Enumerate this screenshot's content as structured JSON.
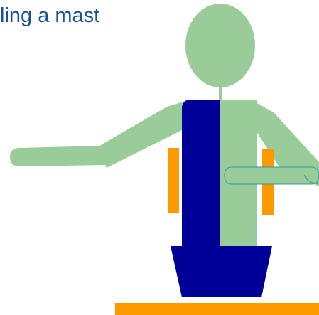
{
  "slide": {
    "title": "ling a mast"
  },
  "colors": {
    "title_text": "#1a5299",
    "figure_green": "#99cc99",
    "coat_blue": "#000099",
    "accent_orange": "#ff9900",
    "outline_teal": "#339999"
  },
  "illustration": {
    "subject": "person-holding-mast",
    "parts": [
      "head",
      "neck",
      "left-arm",
      "right-arm",
      "torso",
      "mast-poles",
      "pot",
      "ground-bar"
    ]
  }
}
